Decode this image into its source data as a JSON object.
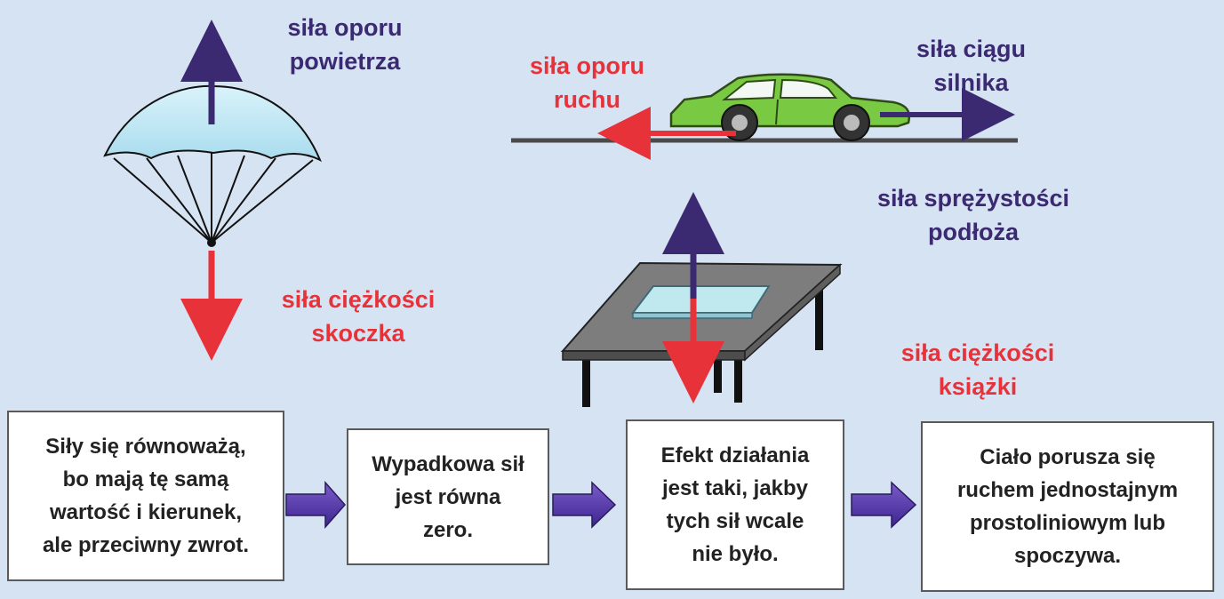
{
  "labels": {
    "air_resistance": [
      "siła oporu",
      "powietrza"
    ],
    "jumper_gravity": [
      "siła ciężkości",
      "skoczka"
    ],
    "motion_resistance": [
      "siła oporu",
      "ruchu"
    ],
    "engine_thrust": [
      "siła ciągu",
      "silnika"
    ],
    "surface_elasticity": [
      "siła sprężystości",
      "podłoża"
    ],
    "book_gravity": [
      "siła ciężkości",
      "książki"
    ]
  },
  "flow_boxes": [
    [
      "Siły się równoważą,",
      "bo mają tę samą",
      "wartość i kierunek,",
      "ale przeciwny zwrot."
    ],
    [
      "Wypadkowa sił",
      "jest równa",
      "zero."
    ],
    [
      "Efekt działania",
      "jest taki, jakby",
      "tych sił wcale",
      "nie było."
    ],
    [
      "Ciało porusza się",
      "ruchem jednostajnym",
      "prostoliniowym lub",
      "spoczywa."
    ]
  ],
  "colors": {
    "background": "#d6e3f2",
    "force_blue": "#3b2a72",
    "force_red": "#e8323a",
    "car_green": "#7ac943",
    "parachute": "#c6eaf5",
    "table_top": "#7d7d7d",
    "book": "#bfe8ef",
    "flow_arrow": "#5b3aa0"
  }
}
